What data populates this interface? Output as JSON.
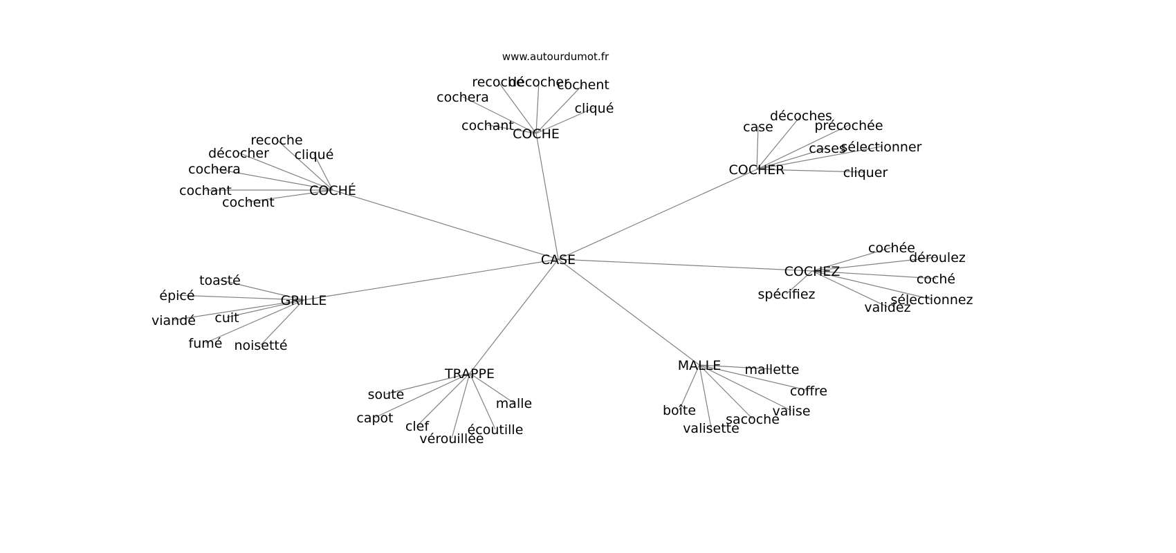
{
  "site": "www.autourdumot.fr",
  "colors": {
    "edge": "#808080",
    "text": "#000000",
    "background": "#ffffff"
  },
  "center": "CASE",
  "hubs": [
    {
      "id": "coche",
      "label": "COCHE",
      "leaves": [
        "recoche",
        "décocher",
        "cochent",
        "cochera",
        "cliqué",
        "cochant"
      ]
    },
    {
      "id": "coche-accent",
      "label": "COCHÉ",
      "leaves": [
        "recoche",
        "décocher",
        "cliqué",
        "cochera",
        "cochant",
        "cochent"
      ]
    },
    {
      "id": "cocher",
      "label": "COCHER",
      "leaves": [
        "décoches",
        "case",
        "précochée",
        "cases",
        "sélectionner",
        "cliquer"
      ]
    },
    {
      "id": "cochez",
      "label": "COCHEZ",
      "leaves": [
        "cochée",
        "déroulez",
        "coché",
        "spécifiez",
        "sélectionnez",
        "validez"
      ]
    },
    {
      "id": "grille",
      "label": "GRILLE",
      "leaves": [
        "toasté",
        "épicé",
        "cuit",
        "viandé",
        "fumé",
        "noisetté"
      ]
    },
    {
      "id": "trappe",
      "label": "TRAPPE",
      "leaves": [
        "soute",
        "malle",
        "capot",
        "clef",
        "écoutille",
        "vérouillée"
      ]
    },
    {
      "id": "malle",
      "label": "MALLE",
      "leaves": [
        "mallette",
        "coffre",
        "boîte",
        "valise",
        "sacoche",
        "valisette"
      ]
    }
  ]
}
